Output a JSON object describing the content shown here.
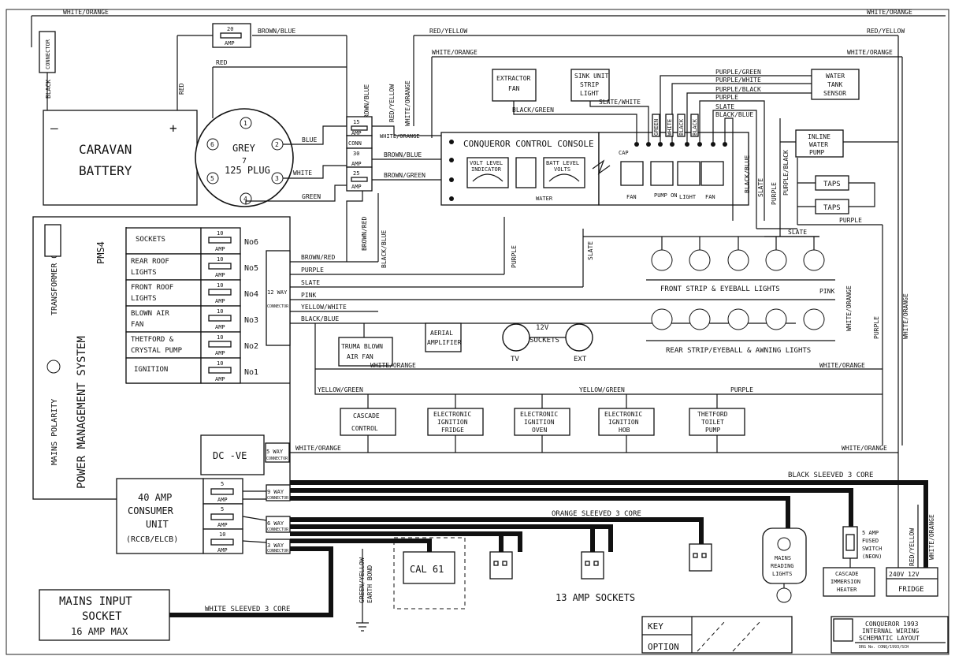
{
  "battery": {
    "title1": "CARAVAN",
    "title2": "BATTERY",
    "minus": "—",
    "plus": "+",
    "wire_black": "BLACK",
    "connector": "CONNECTOR",
    "wire_red": "RED"
  },
  "top_wires": {
    "white_orange_left": "WHITE/ORANGE",
    "white_orange_right": "WHITE/ORANGE",
    "red_yellow_top": "RED/YELLOW",
    "red_yellow_right": "RED/YELLOW",
    "white_orange_2": "WHITE/ORANGE",
    "white_orange_3": "WHITE/ORANGE",
    "brown_blue_top": "BROWN/BLUE",
    "brown_blue_v": "BROWN/BLUE",
    "red_yellow_v": "RED/YELLOW",
    "white_orange_v": "WHITE/ORANGE",
    "white_orange_small": "WHITE/ORANGE",
    "red": "RED"
  },
  "fuse_top": {
    "value": "20",
    "unit": "AMP"
  },
  "plug": {
    "line1": "GREY",
    "line2": "125 PLUG",
    "pins": [
      "1",
      "2",
      "3",
      "4",
      "5",
      "6",
      "7"
    ],
    "wire_blue": "BLUE",
    "wire_white": "WHITE",
    "wire_green": "GREEN"
  },
  "plug_fuses": [
    {
      "value": "15",
      "unit": "AMP"
    },
    {
      "value": "",
      "unit": "CONN"
    },
    {
      "value": "30",
      "unit": "AMP"
    },
    {
      "value": "25",
      "unit": "AMP"
    }
  ],
  "console": {
    "title": "CONQUEROR CONTROL CONSOLE",
    "gauge1": "VOLT LEVEL",
    "gauge1b": "INDICATOR",
    "gauge2": "BATT LEVEL",
    "gauge2b": "VOLTS",
    "water": "WATER",
    "cap": "CAP",
    "wire_brown_blue": "BROWN/BLUE",
    "wire_brown_green": "BROWN/GREEN",
    "sw_labels": [
      "FAN",
      "PUMP ON",
      "LIGHT",
      "FAN"
    ]
  },
  "extractor": {
    "line1": "EXTRACTOR",
    "line2": "FAN",
    "wire": "BLACK/GREEN"
  },
  "sink": {
    "line1": "SINK UNIT",
    "line2": "STRIP",
    "line3": "LIGHT",
    "wire": "SLATE/WHITE"
  },
  "water_tank": {
    "line1": "WATER",
    "line2": "TANK",
    "line3": "SENSOR"
  },
  "inline_pump": {
    "line1": "INLINE",
    "line2": "WATER",
    "line3": "PUMP"
  },
  "taps": [
    "TAPS",
    "TAPS"
  ],
  "sensor_wires": [
    "PURPLE/GREEN",
    "PURPLE/WHITE",
    "PURPLE/BLACK",
    "PURPLE",
    "SLATE",
    "BLACK/BLUE"
  ],
  "vert_tags": [
    "GREEN",
    "WHITE",
    "BLACK",
    "BLACK"
  ],
  "right_wires": {
    "black_blue": "BLACK/BLUE",
    "slate": "SLATE",
    "purple": "PURPLE",
    "purple_black": "PURPLE/BLACK",
    "purple_h": "PURPLE",
    "slate_h": "SLATE",
    "pink": "PINK",
    "white_orange": "WHITE/ORANGE",
    "white_orange2": "WHITE/ORANGE",
    "white_orange_h": "WHITE/ORANGE",
    "purple_v": "PURPLE"
  },
  "pms": {
    "title": "POWER MANAGEMENT SYSTEM",
    "model": "PMS4",
    "transformer": "TRANSFORMER ON",
    "mains": "MAINS POLARITY"
  },
  "fuse_rows": [
    {
      "l1": "SOCKETS",
      "l2": "",
      "value": "10",
      "unit": "AMP",
      "no": "No6"
    },
    {
      "l1": "REAR ROOF",
      "l2": "LIGHTS",
      "value": "10",
      "unit": "AMP",
      "no": "No5"
    },
    {
      "l1": "FRONT ROOF",
      "l2": "LIGHTS",
      "value": "10",
      "unit": "AMP",
      "no": "No4"
    },
    {
      "l1": "BLOWN AIR",
      "l2": "FAN",
      "value": "10",
      "unit": "AMP",
      "no": "No3"
    },
    {
      "l1": "THETFORD &",
      "l2": "CRYSTAL PUMP",
      "value": "10",
      "unit": "AMP",
      "no": "No2"
    },
    {
      "l1": "IGNITION",
      "l2": "",
      "value": "10",
      "unit": "AMP",
      "no": "No1"
    }
  ],
  "connectors": {
    "way12": "12 WAY",
    "way12b": "CONNECTOR",
    "way5": "5 WAY",
    "way5b": "CONNECTOR",
    "way9": "9 WAY",
    "way9b": "CONNECTOR",
    "way6": "6 WAY",
    "way6b": "CONNECTOR",
    "way3": "3 WAY",
    "way3b": "CONNECTOR"
  },
  "mid_wires": {
    "brown_red": "BROWN/RED",
    "purple": "PURPLE",
    "slate": "SLATE",
    "pink": "PINK",
    "yellow_white": "YELLOW/WHITE",
    "black_blue": "BLACK/BLUE",
    "brown_red_v": "BROWN/RED",
    "black_blue_v": "BLACK/BLUE",
    "purple_v": "PURPLE",
    "slate_v": "SLATE"
  },
  "lights": {
    "front": "FRONT STRIP & EYEBALL LIGHTS",
    "rear": "REAR STRIP/EYEBALL & AWNING LIGHTS"
  },
  "truma": {
    "line1": "TRUMA BLOWN",
    "line2": "AIR FAN",
    "wire": "WHITE/ORANGE"
  },
  "aerial": {
    "line1": "AERIAL",
    "line2": "AMPLIFIER"
  },
  "sockets12": {
    "line1": "12V",
    "line2": "SOCKETS",
    "tv": "TV",
    "ext": "EXT"
  },
  "yellow_green": {
    "left": "YELLOW/GREEN",
    "right": "YELLOW/GREEN",
    "purple": "PURPLE"
  },
  "appliances": [
    {
      "l1": "CASCADE",
      "l2": "",
      "l3": "CONTROL"
    },
    {
      "l1": "ELECTRONIC",
      "l2": "IGNITION",
      "l3": "FRIDGE"
    },
    {
      "l1": "ELECTRONIC",
      "l2": "IGNITION",
      "l3": "OVEN"
    },
    {
      "l1": "ELECTRONIC",
      "l2": "IGNITION",
      "l3": "HOB"
    },
    {
      "l1": "THETFORD",
      "l2": "TOILET",
      "l3": "PUMP"
    }
  ],
  "dcve": {
    "label": "DC -VE",
    "wire": "WHITE/ORANGE",
    "wire_right": "WHITE/ORANGE"
  },
  "consumer": {
    "l1": "40 AMP",
    "l2": "CONSUMER",
    "l3": "UNIT",
    "l4": "(RCCB/ELCB)",
    "fuses": [
      {
        "value": "5",
        "unit": "AMP"
      },
      {
        "value": "5",
        "unit": "AMP"
      },
      {
        "value": "10",
        "unit": "AMP"
      }
    ]
  },
  "cables": {
    "black_sleeved": "BLACK SLEEVED 3 CORE",
    "orange_sleeved": "ORANGE SLEEVED 3 CORE",
    "white_sleeved": "WHITE SLEEVED 3 CORE",
    "earth": "GREEN/YELLOW",
    "earth2": "EARTH BOND",
    "red_yellow": "RED/YELLOW",
    "white_orange": "WHITE/ORANGE"
  },
  "cal": "CAL 61",
  "sockets13": "13 AMP SOCKETS",
  "reading": {
    "l1": "MAINS",
    "l2": "READING",
    "l3": "LIGHTS"
  },
  "fuser": {
    "l1": "5 AMP",
    "l2": "FUSED",
    "l3": "SWITCH",
    "l4": "(NEON)"
  },
  "immersion": {
    "l1": "CASCADE",
    "l2": "IMMERSION",
    "l3": "HEATER"
  },
  "fridge": {
    "l1": "240V  12V",
    "l2": "FRIDGE"
  },
  "mains_input": {
    "l1": "MAINS INPUT",
    "l2": "SOCKET",
    "l3": "16 AMP MAX"
  },
  "key": {
    "key": "KEY",
    "option": "OPTION"
  },
  "titleblock": {
    "l1": "CONQUEROR 1993",
    "l2": "INTERNAL WIRING",
    "l3": "SCHEMATIC LAYOUT",
    "l4": "DRG No. CONQ/1993/SCH"
  }
}
